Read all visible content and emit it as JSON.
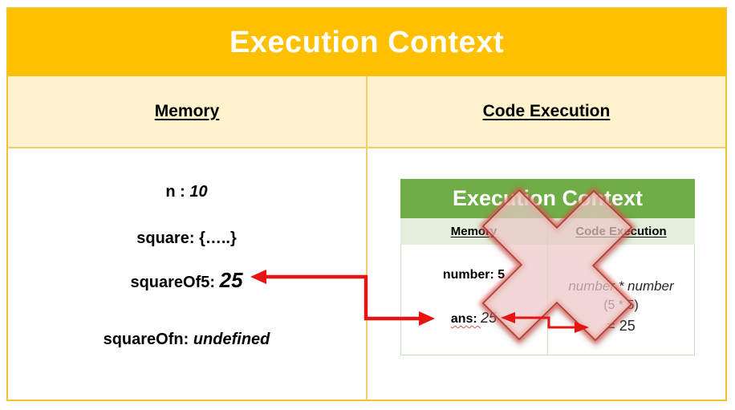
{
  "title": "Execution Context",
  "outer": {
    "memory_header": "Memory",
    "code_header": "Code Execution",
    "memory_items": [
      {
        "label": "n : ",
        "value": "10"
      },
      {
        "label": "square: ",
        "value": "{…..}"
      },
      {
        "label": "squareOf5: ",
        "value": "25"
      },
      {
        "label": "squareOfn: ",
        "value": "undefined"
      }
    ]
  },
  "nested": {
    "title": "Execution Context",
    "memory_header": "Memory",
    "code_header": "Code Execution",
    "memory_items": [
      {
        "label": "number: ",
        "value": "5"
      },
      {
        "label": "ans: ",
        "value": "25"
      }
    ],
    "code_lines": [
      "number * number",
      "(5 * 5)",
      "= 25"
    ]
  },
  "colors": {
    "gold": "#ffc000",
    "cream": "#fff2cc",
    "border_gold": "#f6c12f",
    "grid_gold": "#f3cf6f",
    "green": "#6fad47",
    "light_green": "#e2efda",
    "nested_border": "#c9e0ba",
    "arrow_red": "#e81313",
    "x_fill": "rgba(250,213,211,0.62)",
    "x_edge": "#a2423a",
    "x_glow": "#e2574b"
  }
}
